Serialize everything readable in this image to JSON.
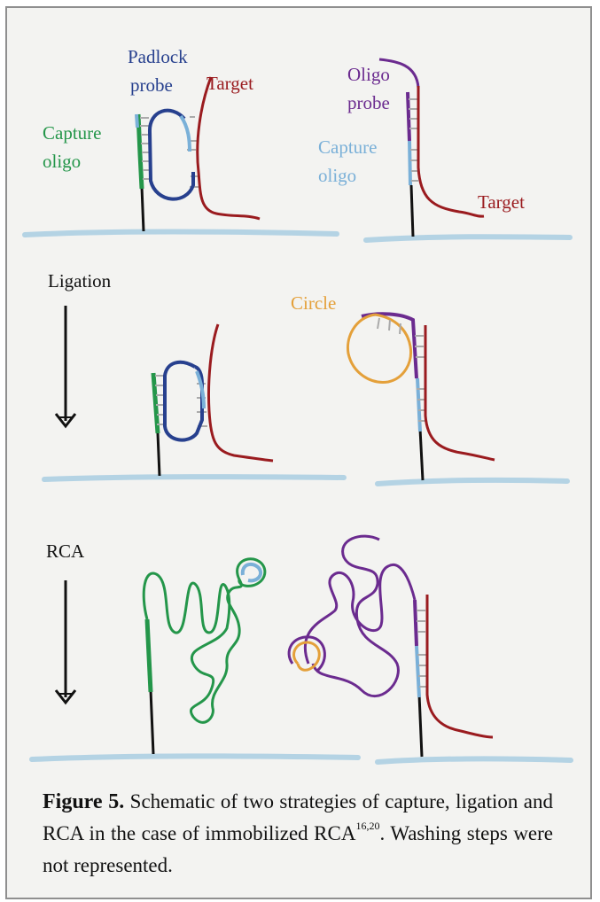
{
  "colors": {
    "padlock": "#27408e",
    "target": "#9a1b1f",
    "capture": "#24964a",
    "captureLight": "#7ab0d8",
    "oligo": "#6b2b8f",
    "circle": "#e4a03a",
    "surface": "#a8cce2",
    "stem": "#111111"
  },
  "labels": {
    "padlock_probe_1": "Padlock",
    "padlock_probe_2": "probe",
    "target_left": "Target",
    "capture_oligo_left_1": "Capture",
    "capture_oligo_left_2": "oligo",
    "oligo_probe_1": "Oligo",
    "oligo_probe_2": "probe",
    "capture_oligo_right_1": "Capture",
    "capture_oligo_right_2": "oligo",
    "target_right": "Target",
    "ligation": "Ligation",
    "circle": "Circle",
    "rca": "RCA"
  },
  "caption": {
    "figure": "Figure 5.",
    "text": " Schematic of two strategies of capture, ligation and RCA in the case of immobilized RCA",
    "refs": "16,20",
    "text_end": ". Washing steps were not represented."
  }
}
